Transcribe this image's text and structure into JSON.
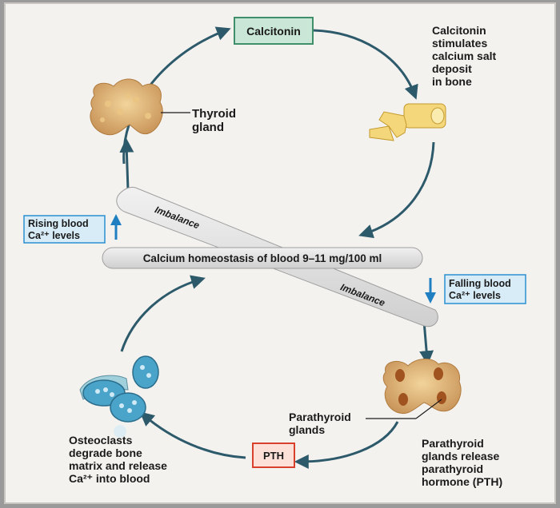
{
  "labels": {
    "calcitonin_box": "Calcitonin",
    "calcitonin_note": [
      "Calcitonin",
      "stimulates",
      "calcium salt",
      "deposit",
      "in bone"
    ],
    "thyroid": [
      "Thyroid",
      "gland"
    ],
    "rising": [
      "Rising blood",
      "Ca²⁺ levels"
    ],
    "falling": [
      "Falling blood",
      "Ca²⁺ levels"
    ],
    "imbalance_top": "Imbalance",
    "imbalance_bottom": "Imbalance",
    "homeostasis": "Calcium homeostasis of blood 9–11 mg/100 ml",
    "parathyroid": [
      "Parathyroid",
      "glands"
    ],
    "pth_box": "PTH",
    "osteoclasts": [
      "Osteoclasts",
      "degrade bone",
      "matrix and release",
      "Ca²⁺ into blood"
    ],
    "pth_note": [
      "Parathyroid",
      "glands release",
      "parathyroid",
      "hormone (PTH)"
    ]
  },
  "colors": {
    "page": "#f4f2ef",
    "frame": "#c9c6c2",
    "arrow": "#2d5a6b",
    "up_down_arrow": "#1f7fc0",
    "calcitonin_fill": "#c9e6d6",
    "calcitonin_stroke": "#3f8f6a",
    "pth_fill": "#fde0d8",
    "pth_stroke": "#d9402b",
    "ca_box_fill": "#d8ecf7",
    "ca_box_stroke": "#2a8fd0",
    "bar": "#e2e2e2"
  },
  "icons": [
    "thyroid-gland-icon",
    "bone-icon",
    "parathyroid-gland-icon",
    "osteoclast-icon"
  ]
}
